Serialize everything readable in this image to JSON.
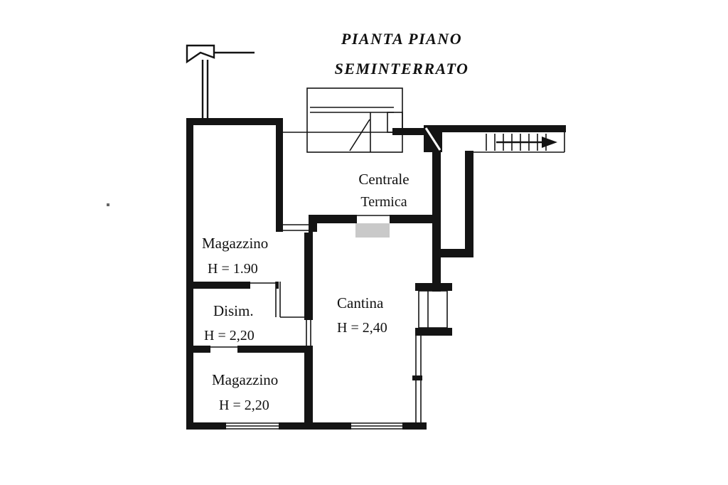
{
  "title": {
    "line1": "PIANTA PIANO",
    "line2": "SEMINTERRATO"
  },
  "rooms": {
    "centrale_termica": {
      "name_line1": "Centrale",
      "name_line2": "Termica"
    },
    "magazzino_top": {
      "name": "Magazzino",
      "height": "H = 1.90"
    },
    "disimpegno": {
      "name": "Disim.",
      "height": "H = 2,20"
    },
    "magazzino_bottom": {
      "name": "Magazzino",
      "height": "H = 2,20"
    },
    "cantina": {
      "name": "Cantina",
      "height": "H = 2,40"
    }
  },
  "colors": {
    "wall": "#141414",
    "background": "#ffffff",
    "door_shadow": "#c9c9c9"
  }
}
